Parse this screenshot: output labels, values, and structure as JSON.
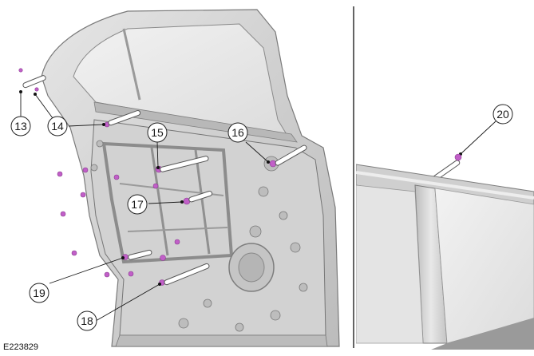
{
  "figure": {
    "reference_code": "E223829"
  },
  "callouts": [
    {
      "id": "13",
      "label": "13"
    },
    {
      "id": "14",
      "label": "14"
    },
    {
      "id": "15",
      "label": "15"
    },
    {
      "id": "16",
      "label": "16"
    },
    {
      "id": "17",
      "label": "17"
    },
    {
      "id": "18",
      "label": "18"
    },
    {
      "id": "19",
      "label": "19"
    },
    {
      "id": "20",
      "label": "20"
    }
  ],
  "colors": {
    "fastener": "#c15fc8",
    "door_metal": "#d6d6d6",
    "door_shadow": "#a9a9a9",
    "outline": "#6a6a6a"
  }
}
